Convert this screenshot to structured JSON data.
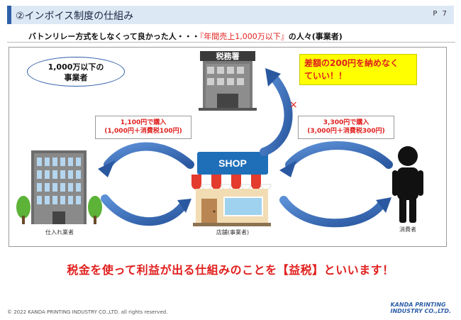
{
  "header": {
    "title": "②インボイス制度の仕組み",
    "page_number": "P 7"
  },
  "subtitle": {
    "prefix": "バトンリレー方式をしなくって良かった人・・・",
    "highlight": "『年間売上1,000万以下』",
    "suffix": "の人々(事業者)"
  },
  "diagram": {
    "oval_line1": "1,000万以下の",
    "oval_line2": "事業者",
    "tax_office_label": "税務署",
    "callout_line1": "差額の200円を納めなく",
    "callout_line2": "ていい！！",
    "purchase_left_line1": "1,100円で購入",
    "purchase_left_line2": "(1,000円＋消費税100円)",
    "purchase_right_line1": "3,300円で購入",
    "purchase_right_line2": "(3,000円＋消費税300円)",
    "shop_sign": "SHOP",
    "supplier_label": "仕入れ業者",
    "store_label": "店舗(事業者)",
    "consumer_label": "消費者",
    "cross_mark": "×"
  },
  "bottom_message": "税金を使って利益が出る仕組みのことを【益税】といいます！",
  "footer": {
    "copyright": "© 2022  KANDA PRINTING  INDUSTRY CO.,LTD.  all rights reserved.",
    "logo_line1": "KANDA PRINTING",
    "logo_line2": "INDUSTRY CO.,LTD."
  },
  "colors": {
    "accent_blue": "#2f5fa8",
    "highlight_red": "#e0201e",
    "callout_yellow": "#ffff00"
  }
}
